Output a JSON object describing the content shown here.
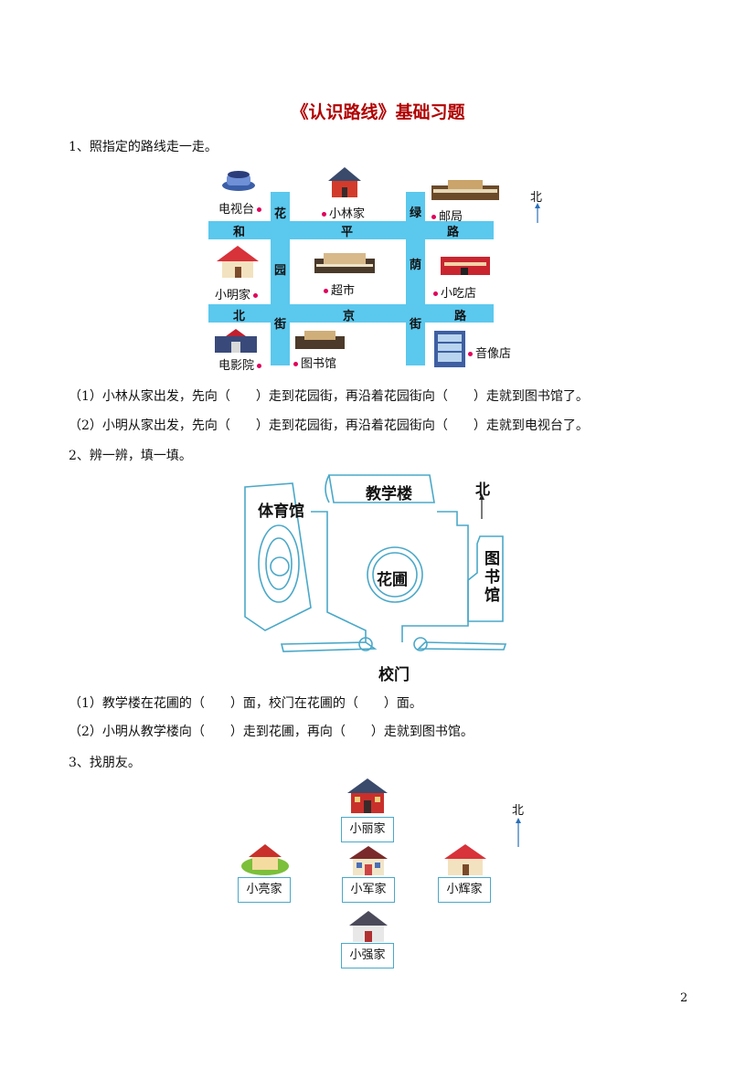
{
  "title": "《认识路线》基础习题",
  "q1": {
    "heading": "1、照指定的路线走一走。",
    "north": "北",
    "places": {
      "tv": "电视台",
      "xiaolin": "小林家",
      "post": "邮局",
      "xiaoming": "小明家",
      "market": "超市",
      "snack": "小吃店",
      "cinema": "电影院",
      "library": "图书馆",
      "music": "音像店"
    },
    "roads": {
      "hehe": [
        "和",
        "平",
        "路"
      ],
      "beijing": [
        "北",
        "京",
        "路"
      ],
      "huayuan": [
        "花",
        "园",
        "街"
      ],
      "lvyin": [
        "绿",
        "荫",
        "街"
      ]
    },
    "sub1": "（1）小林从家出发，先向（　　）走到花园街，再沿着花园街向（　　）走就到图书馆了。",
    "sub2": "（2）小明从家出发，先向（　　）走到花园街，再沿着花园街向（　　）走就到电视台了。"
  },
  "q2": {
    "heading": "2、辨一辨，填一填。",
    "north": "北",
    "gym": "体育馆",
    "teaching": "教学楼",
    "garden": "花圃",
    "library_chars": [
      "图",
      "书",
      "馆"
    ],
    "gate": "校门",
    "sub1": "（1）教学楼在花圃的（　　）面，校门在花圃的（　　）面。",
    "sub2": "（2）小明从教学楼向（　　）走到花圃，再向（　　）走就到图书馆。"
  },
  "q3": {
    "heading": "3、找朋友。",
    "north": "北",
    "houses": {
      "xiaoli": "小丽家",
      "xiaoliang": "小亮家",
      "xiaojun": "小军家",
      "xiaohui": "小辉家",
      "xiaoqiang": "小强家"
    }
  },
  "page_number": "2",
  "colors": {
    "road": "#5bc8ee",
    "title": "#b10000",
    "dot": "#e0005a",
    "line": "#4aa8c8"
  }
}
